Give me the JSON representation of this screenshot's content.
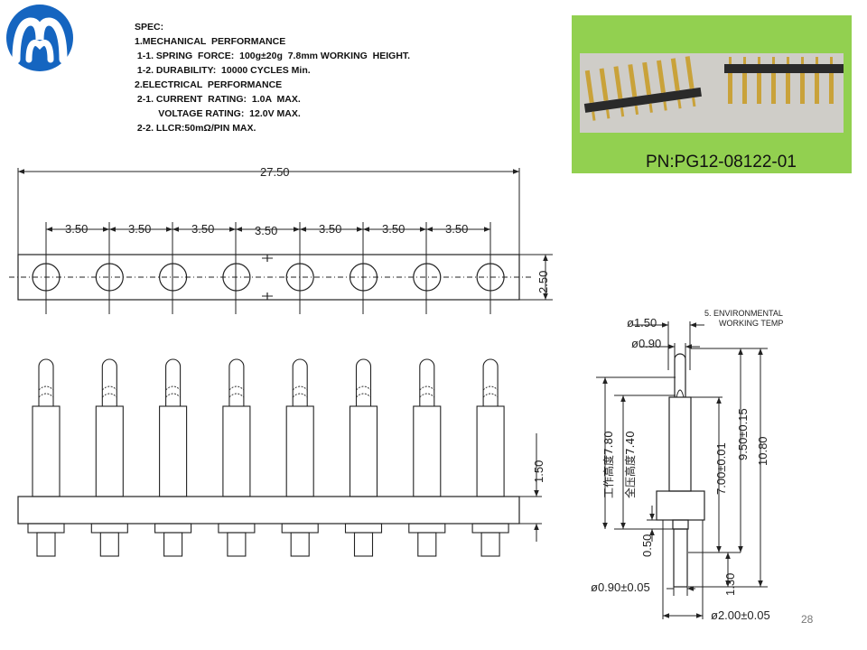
{
  "spec": {
    "title": "SPEC:",
    "lines": [
      "1.MECHANICAL  PERFORMANCE",
      " 1-1. SPRING  FORCE:  100g±20g  7.8mm WORKING  HEIGHT.",
      " 1-2. DURABILITY:  10000 CYCLES Min.",
      "2.ELECTRICAL  PERFORMANCE",
      " 2-1. CURRENT  RATING:  1.0A  MAX.",
      "         VOLTAGE RATING:  12.0V MAX.",
      " 2-2. LLCR:50mΩ/PIN MAX."
    ]
  },
  "part_number": "PN:PG12-08122-01",
  "page_number": "28",
  "top_view": {
    "overall_length": "27.50",
    "pitch_labels": [
      "3.50",
      "3.50",
      "3.50",
      "3.50",
      "3.50",
      "3.50",
      "3.50"
    ],
    "width": "2.50",
    "pin_count": 8
  },
  "front_view": {
    "base_height": "1.50"
  },
  "side_view": {
    "note_line1": "5.  ENVIRONMENTAL",
    "note_line2": "WORKING  TEMP",
    "tip_diameter": "ø1.50",
    "plunger_diameter": "ø0.90",
    "working_height_label": "工作高度7.80",
    "compressed_height_label": "全压高度7.40",
    "barrel_height": "7.00±0.01",
    "body_height": "9.50±0.15",
    "total_height": "10.80",
    "collar_thickness": "0.50",
    "tail_length": "1.30",
    "tail_diameter": "ø0.90±0.05",
    "collar_diameter": "ø2.00±0.05"
  },
  "colors": {
    "photo_background": "#92d050",
    "logo_blue": "#1565c0",
    "line": "#222222"
  }
}
